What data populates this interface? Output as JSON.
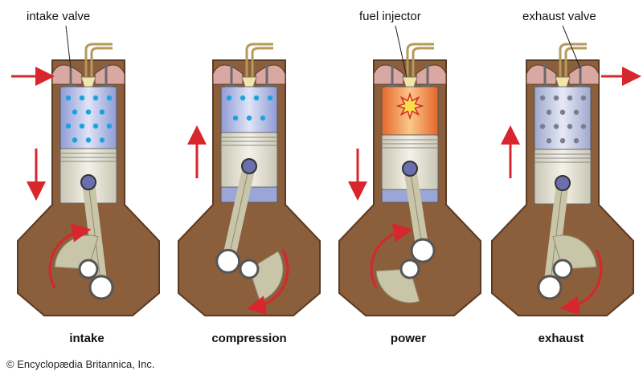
{
  "callouts": {
    "intake_valve": "intake valve",
    "fuel_injector": "fuel injector",
    "exhaust_valve": "exhaust valve"
  },
  "stages": [
    {
      "label": "intake",
      "piston_motion": "down",
      "external_flow": "in",
      "chamber": "air"
    },
    {
      "label": "compression",
      "piston_motion": "up",
      "external_flow": "none",
      "chamber": "compressed-air"
    },
    {
      "label": "power",
      "piston_motion": "down",
      "external_flow": "none",
      "chamber": "combustion"
    },
    {
      "label": "exhaust",
      "piston_motion": "up",
      "external_flow": "out",
      "chamber": "exhaust-gas"
    }
  ],
  "copyright": "© Encyclopædia Britannica, Inc.",
  "colors": {
    "crankcase": "#8b5e3c",
    "crankcase_outline": "#5a3a22",
    "cylinder_wall": "#8b5e3c",
    "chamber": "#b8c2e6",
    "piston": "#e8e6da",
    "rod": "#c9c5a8",
    "arrow": "#d8262d",
    "air_dots": "#1aa3dd",
    "exhaust_dots": "#7a7d8a",
    "combustion": "#f08c3c"
  }
}
